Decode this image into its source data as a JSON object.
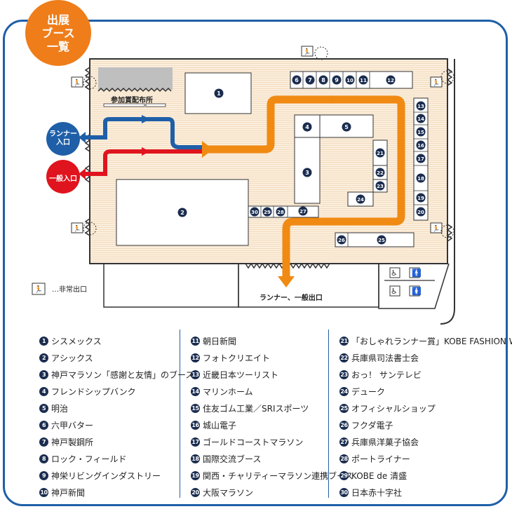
{
  "badge": {
    "title": "出展\nブース\n一覧"
  },
  "labels": {
    "registration": "参加賞配布所",
    "runner_entrance": "ランナー\n入口",
    "general_entrance": "一般入口",
    "exit": "ランナー、一般出口",
    "emergency_legend": "…非常出口"
  },
  "legend_col1": [
    {
      "n": "1",
      "label": "シスメックス"
    },
    {
      "n": "2",
      "label": "アシックス"
    },
    {
      "n": "3",
      "label": "神戸マラソン「感謝と友情」のブース"
    },
    {
      "n": "4",
      "label": "フレンドシップバンク"
    },
    {
      "n": "5",
      "label": "明治"
    },
    {
      "n": "6",
      "label": "六甲バター"
    },
    {
      "n": "7",
      "label": "神戸製鋼所"
    },
    {
      "n": "8",
      "label": "ロック・フィールド"
    },
    {
      "n": "9",
      "label": "神栄リビングインダストリー"
    },
    {
      "n": "10",
      "label": "神戸新聞"
    }
  ],
  "legend_col2": [
    {
      "n": "11",
      "label": "朝日新聞"
    },
    {
      "n": "12",
      "label": "フォトクリエイト"
    },
    {
      "n": "13",
      "label": "近畿日本ツーリスト"
    },
    {
      "n": "14",
      "label": "マリンホーム"
    },
    {
      "n": "15",
      "label": "住友ゴム工業／SRIスポーツ"
    },
    {
      "n": "16",
      "label": "城山電子"
    },
    {
      "n": "17",
      "label": "ゴールドコーストマラソン"
    },
    {
      "n": "18",
      "label": "国際交流ブース"
    },
    {
      "n": "19",
      "label": "関西・チャリティーマラソン連携ブース"
    },
    {
      "n": "20",
      "label": "大阪マラソン"
    }
  ],
  "legend_col3": [
    {
      "n": "21",
      "label": "「おしゃれランナー賞」KOBE FASHION WEEK"
    },
    {
      "n": "22",
      "label": "兵庫県司法書士会"
    },
    {
      "n": "23",
      "label": "おっ！ サンテレビ"
    },
    {
      "n": "24",
      "label": "デューク"
    },
    {
      "n": "25",
      "label": "オフィシャルショップ"
    },
    {
      "n": "26",
      "label": "フクダ電子"
    },
    {
      "n": "27",
      "label": "兵庫県洋菓子協会"
    },
    {
      "n": "28",
      "label": "ポートライナー"
    },
    {
      "n": "29",
      "label": "KOBE de 清盛"
    },
    {
      "n": "30",
      "label": "日本赤十字社"
    }
  ],
  "colors": {
    "frame": "#1f5fa8",
    "badge": "#ef7d1a",
    "runner_route": "#1f5fa8",
    "general_route": "#e0141e",
    "main_route": "#f08a12",
    "booth_number": "#1b2d4f",
    "floor": "#fbeedc"
  }
}
